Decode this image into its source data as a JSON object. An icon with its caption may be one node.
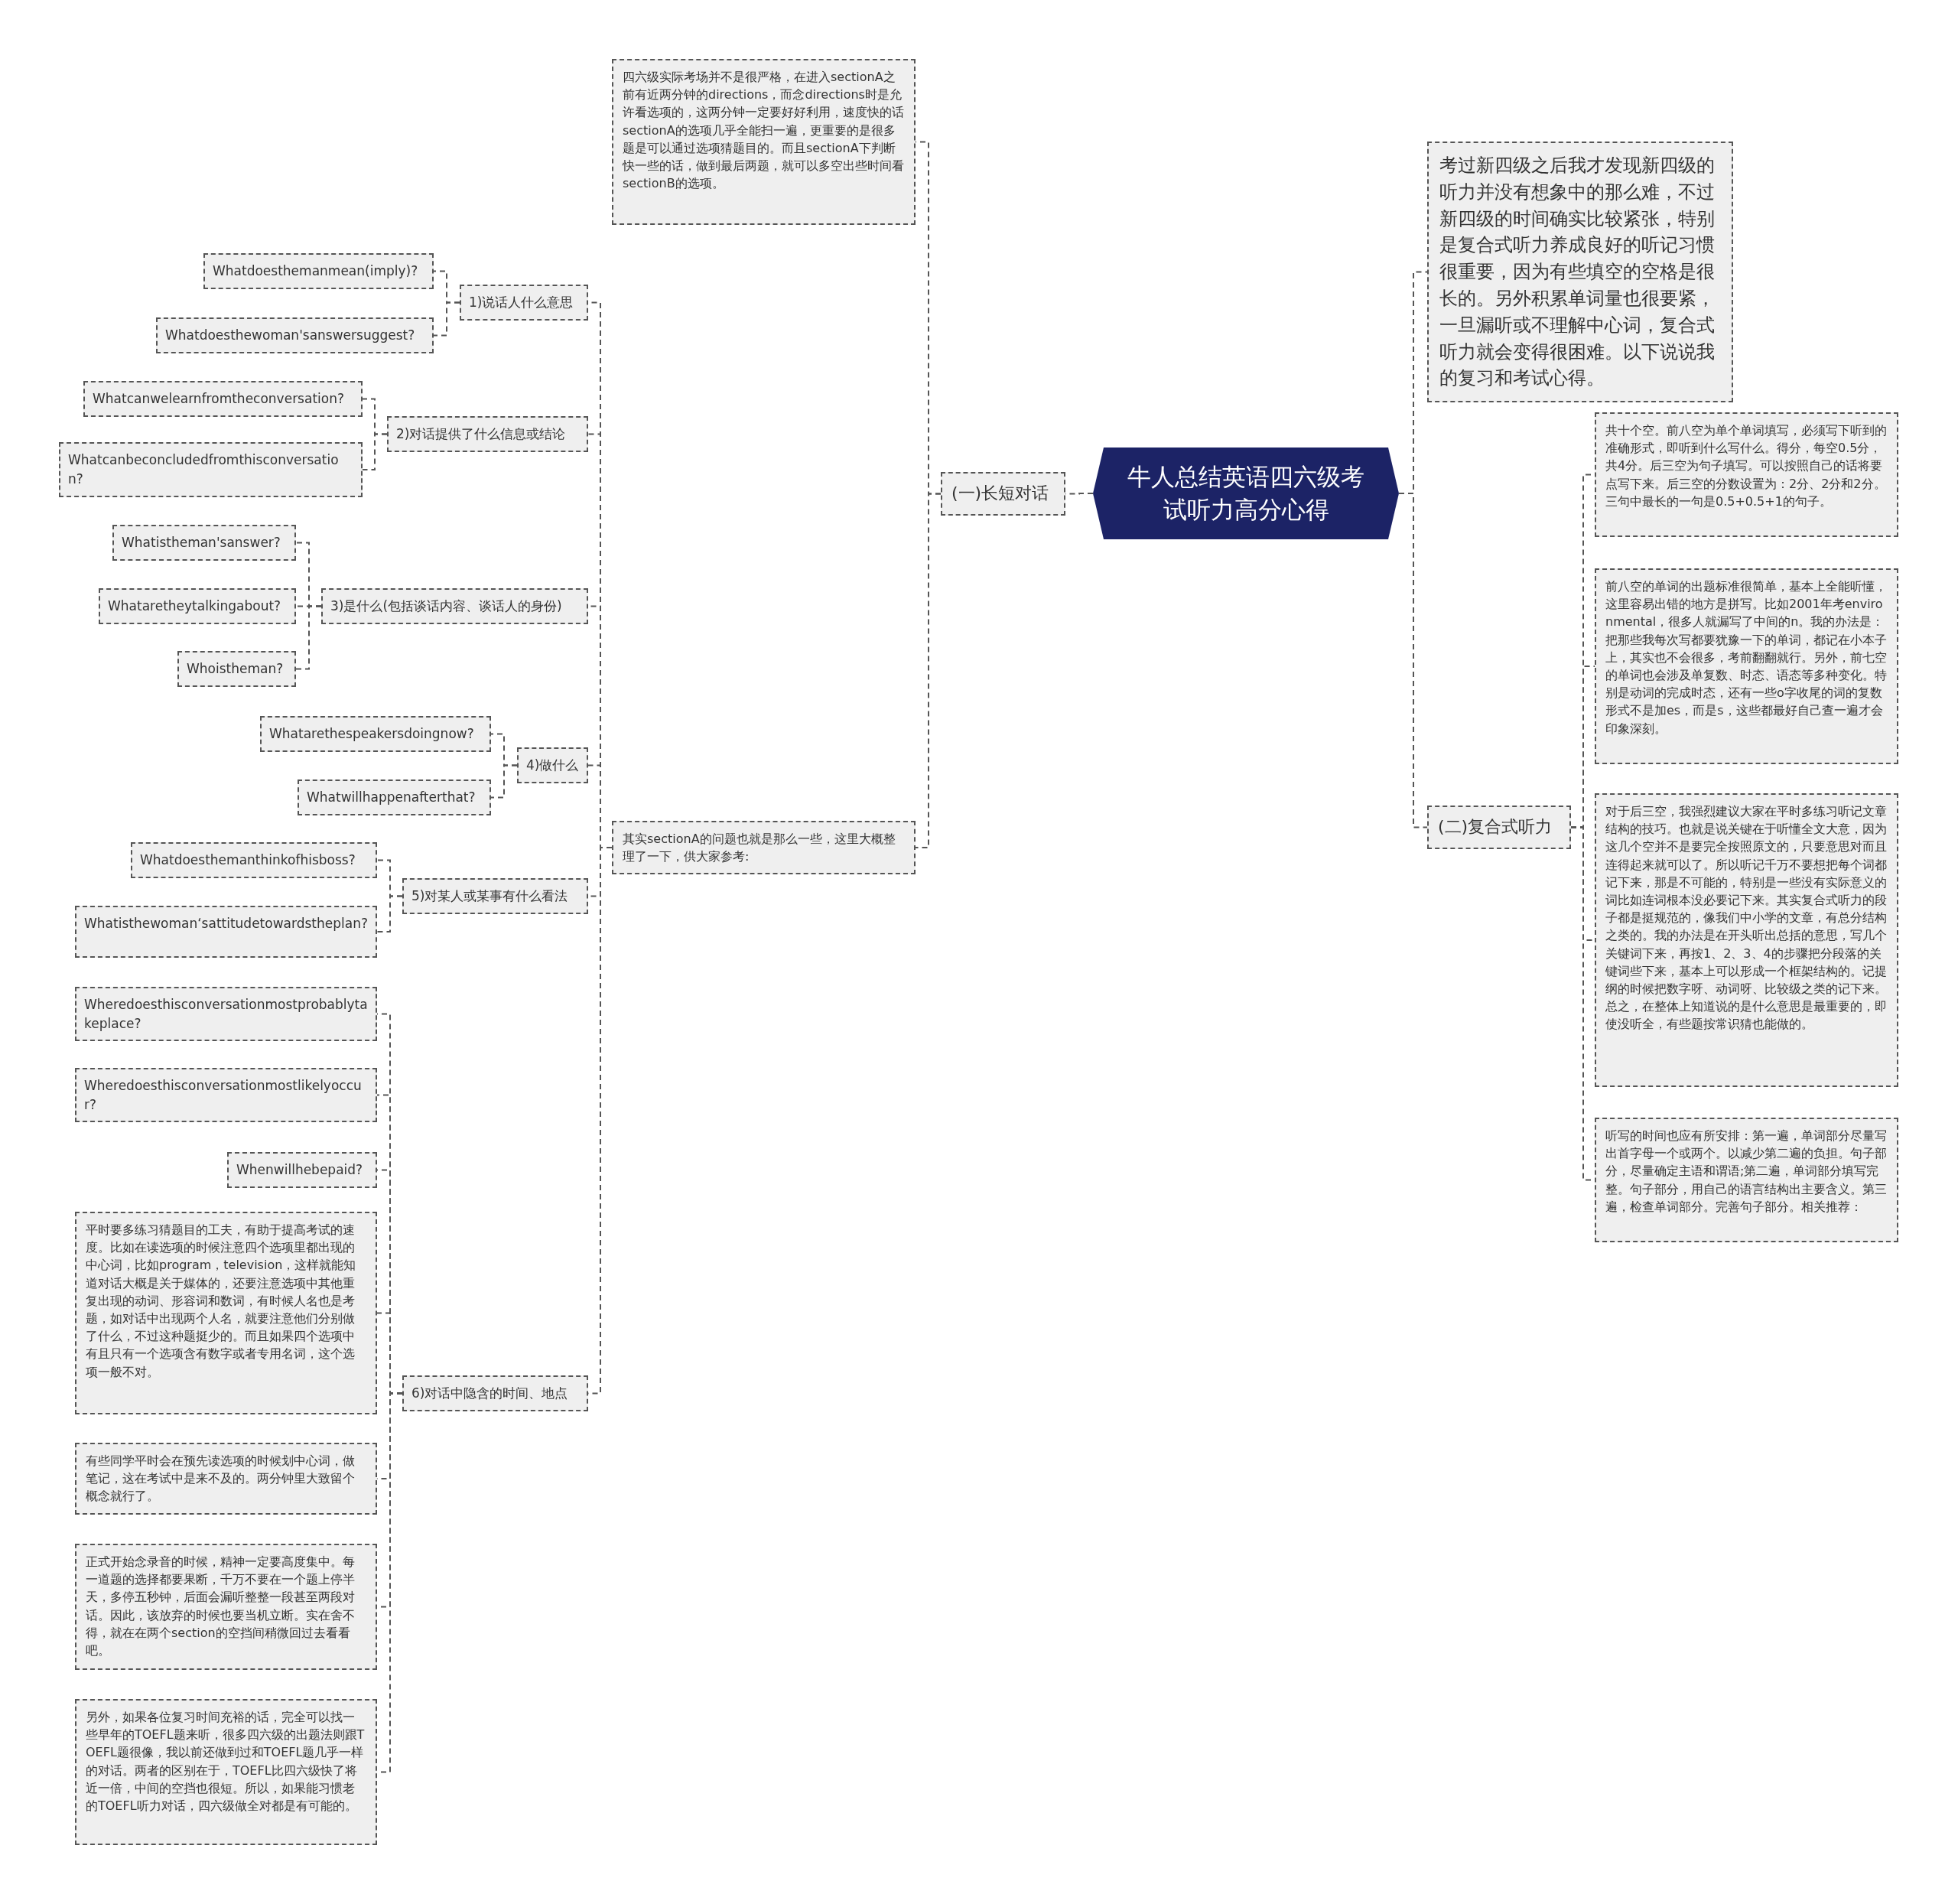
{
  "diagram": {
    "nodes": [
      {
        "text": [
          "牛人总结英语四六级考试听力高分心得"
        ]
      },
      {
        "text": [
          "(一)长短对话"
        ]
      },
      {
        "text": [
          "四六级实际考场并不是很严格，在进入sectionA之前有近两分钟的directions，而念directions时是允许看选项的，这两分钟一定要好好利用，速度快的话sectionA的选项几乎全能扫一遍，更重要的是很多题是可以通过选项猜题目的。而且sectionA下判断快一些的话，做到最后两题，就可以多空出些时间看sectionB的选项。"
        ]
      },
      {
        "text": [
          "其实sectionA的问题也就是那么一些，这里大概整理了一下，供大家参考:"
        ]
      },
      {
        "text": [
          "1)说话人什么意思"
        ]
      },
      {
        "text": [
          "Whatdoesthemanmean(imply)?"
        ]
      },
      {
        "text": [
          "Whatdoesthewoman'sanswersuggest?"
        ]
      },
      {
        "text": [
          "2)对话提供了什么信息或结论"
        ]
      },
      {
        "text": [
          "Whatcanwelearnfromtheconversation?"
        ]
      },
      {
        "text": [
          "Whatcanbeconcludedfromthisconversation?"
        ]
      },
      {
        "text": [
          "3)是什么(包括谈话内容、谈话人的身份)"
        ]
      },
      {
        "text": [
          "Whatistheman'sanswer?"
        ]
      },
      {
        "text": [
          "Whataretheytalkingabout?"
        ]
      },
      {
        "text": [
          "Whoistheman?"
        ]
      },
      {
        "text": [
          "4)做什么"
        ]
      },
      {
        "text": [
          "Whatarethespeakersdoingnow?"
        ]
      },
      {
        "text": [
          "Whatwillhappenafterthat?"
        ]
      },
      {
        "text": [
          "5)对某人或某事有什么看法"
        ]
      },
      {
        "text": [
          "Whatdoesthemanthinkofhisboss?"
        ]
      },
      {
        "text": [
          "Whatisthewoman‘sattitudetowardstheplan?"
        ]
      },
      {
        "text": [
          "6)对话中隐含的时间、地点"
        ]
      },
      {
        "text": [
          "Wheredoesthisconversationmostprobablytakeplace?"
        ]
      },
      {
        "text": [
          "Wheredoesthisconversationmostlikelyoccur?"
        ]
      },
      {
        "text": [
          "Whenwillhebepaid?"
        ]
      },
      {
        "text": [
          "平时要多练习猜题目的工夫，有助于提高考试的速度。比如在读选项的时候注意四个选项里都出现的中心词，比如program，television，这样就能知道对话大概是关于媒体的，还要注意选项中其他重复出现的动词、形容词和数词，有时候人名也是考题，如对话中出现两个人名，就要注意他们分别做了什么，不过这种题挺少的。而且如果四个选项中有且只有一个选项含有数字或者专用名词，这个选项一般不对。"
        ]
      },
      {
        "text": [
          "有些同学平时会在预先读选项的时候划中心词，做笔记，这在考试中是来不及的。两分钟里大致留个概念就行了。"
        ]
      },
      {
        "text": [
          "正式开始念录音的时候，精神一定要高度集中。每一道题的选择都要果断，千万不要在一个题上停半天，多停五秒钟，后面会漏听整整一段甚至两段对话。因此，该放弃的时候也要当机立断。实在舍不得，就在在两个section的空挡间稍微回过去看看吧。"
        ]
      },
      {
        "text": [
          "另外，如果各位复习时间充裕的话，完全可以找一些早年的TOEFL题来听，很多四六级的出题法则跟TOEFL题很像，我以前还做到过和TOEFL题几乎一样的对话。两者的区别在于，TOEFL比四六级快了将近一倍，中间的空挡也很短。所以，如果能习惯老的TOEFL听力对话，四六级做全对都是有可能的。"
        ]
      },
      {
        "text": [
          "(二)复合式听力"
        ]
      },
      {
        "text": [
          "考过新四级之后我才发现新四级的听力并没有想象中的那么难，不过新四级的时间确实比较紧张，特别是复合式听力养成良好的听记习惯很重要，因为有些填空的空格是很长的。另外积累单词量也很要紧，一旦漏听或不理解中心词，复合式听力就会变得很困难。以下说说我的复习和考试心得。"
        ]
      },
      {
        "text": [
          "共十个空。前八空为单个单词填写，必须写下听到的准确形式，即听到什么写什么。得分，每空0.5分，共4分。后三空为句子填写。可以按照自己的话将要点写下来。后三空的分数设置为：2分、2分和2分。三句中最长的一句是0.5+0.5+1的句子。"
        ]
      },
      {
        "text": [
          "前八空的单词的出题标准很简单，基本上全能听懂，这里容易出错的地方是拼写。比如2001年考environmental，很多人就漏写了中间的n。我的办法是：把那些我每次写都要犹豫一下的单词，都记在小本子上，其实也不会很多，考前翻翻就行。另外，前七空的单词也会涉及单复数、时态、语态等多种变化。特别是动词的完成时态，还有一些o字收尾的词的复数形式不是加es，而是s，这些都最好自己查一遍才会印象深刻。"
        ]
      },
      {
        "text": [
          "对于后三空，我强烈建议大家在平时多练习听记文章结构的技巧。也就是说关键在于听懂全文大意，因为这几个空并不是要完全按照原文的，只要意思对而且连得起来就可以了。所以听记千万不要想把每个词都记下来，那是不可能的，特别是一些没有实际意义的词比如连词根本没必要记下来。其实复合式听力的段子都是挺规范的，像我们中小学的文章，有总分结构之类的。我的办法是在开头听出总括的意思，写几个关键词下来，再按1、2、3、4的步骤把分段落的关键词些下来，基本上可以形成一个框架结构的。记提纲的时候把数字呀、动词呀、比较级之类的记下来。总之，在整体上知道说的是什么意思是最重要的，即使没听全，有些题按常识猜也能做的。"
        ]
      },
      {
        "text": [
          "听写的时间也应有所安排：第一遍，单词部分尽量写出首字母一个或两个。以减少第二遍的负担。句子部分，尽量确定主语和谓语;第二遍，单词部分填写完整。句子部分，用自己的语言结构出主要含义。第三遍，检查单词部分。完善句子部分。相关推荐："
        ]
      }
    ],
    "edges": [
      {
        "from": 0,
        "to": 1,
        "arrow": "none"
      },
      {
        "from": 1,
        "to": 2,
        "arrow": "none"
      },
      {
        "from": 1,
        "to": 3,
        "arrow": "none"
      },
      {
        "from": 3,
        "to": 4,
        "arrow": "none"
      },
      {
        "from": 4,
        "to": 5,
        "arrow": "none"
      },
      {
        "from": 4,
        "to": 6,
        "arrow": "none"
      },
      {
        "from": 3,
        "to": 7,
        "arrow": "none"
      },
      {
        "from": 7,
        "to": 8,
        "arrow": "none"
      },
      {
        "from": 7,
        "to": 9,
        "arrow": "none"
      },
      {
        "from": 3,
        "to": 10,
        "arrow": "none"
      },
      {
        "from": 10,
        "to": 11,
        "arrow": "none"
      },
      {
        "from": 10,
        "to": 12,
        "arrow": "none"
      },
      {
        "from": 10,
        "to": 13,
        "arrow": "none"
      },
      {
        "from": 3,
        "to": 14,
        "arrow": "none"
      },
      {
        "from": 14,
        "to": 15,
        "arrow": "none"
      },
      {
        "from": 14,
        "to": 16,
        "arrow": "none"
      },
      {
        "from": 3,
        "to": 17,
        "arrow": "none"
      },
      {
        "from": 17,
        "to": 18,
        "arrow": "none"
      },
      {
        "from": 17,
        "to": 19,
        "arrow": "none"
      },
      {
        "from": 3,
        "to": 20,
        "arrow": "none"
      },
      {
        "from": 20,
        "to": 21,
        "arrow": "none"
      },
      {
        "from": 20,
        "to": 22,
        "arrow": "none"
      },
      {
        "from": 20,
        "to": 23,
        "arrow": "none"
      },
      {
        "from": 20,
        "to": 24,
        "arrow": "none"
      },
      {
        "from": 20,
        "to": 25,
        "arrow": "none"
      },
      {
        "from": 20,
        "to": 26,
        "arrow": "none"
      },
      {
        "from": 20,
        "to": 27,
        "arrow": "none"
      },
      {
        "from": 0,
        "to": 28,
        "arrow": "none"
      },
      {
        "from": 0,
        "to": 29,
        "arrow": "none"
      },
      {
        "from": 28,
        "to": 30,
        "arrow": "none"
      },
      {
        "from": 28,
        "to": 31,
        "arrow": "none"
      },
      {
        "from": 28,
        "to": 32,
        "arrow": "none"
      },
      {
        "from": 28,
        "to": 33,
        "arrow": "none"
      }
    ]
  }
}
